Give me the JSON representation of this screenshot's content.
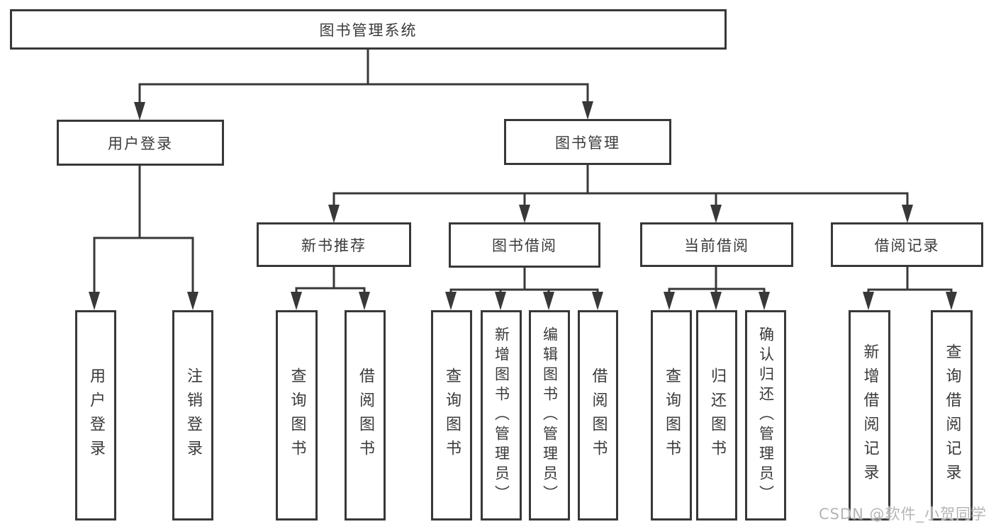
{
  "diagram": {
    "root": {
      "label": "图书管理系统"
    },
    "branches": [
      {
        "label": "用户登录",
        "children": [
          {
            "label": "用户登录"
          },
          {
            "label": "注销登录"
          }
        ]
      },
      {
        "label": "图书管理",
        "children": [
          {
            "label": "新书推荐",
            "children": [
              {
                "label": "查询图书"
              },
              {
                "label": "借阅图书"
              }
            ]
          },
          {
            "label": "图书借阅",
            "children": [
              {
                "label": "查询图书"
              },
              {
                "label": "新增图书（管理员）"
              },
              {
                "label": "编辑图书（管理员）"
              },
              {
                "label": "借阅图书"
              }
            ]
          },
          {
            "label": "当前借阅",
            "children": [
              {
                "label": "查询图书"
              },
              {
                "label": "归还图书"
              },
              {
                "label": "确认归还（管理员）"
              }
            ]
          },
          {
            "label": "借阅记录",
            "children": [
              {
                "label": "新增借阅记录"
              },
              {
                "label": "查询借阅记录"
              }
            ]
          }
        ]
      }
    ]
  },
  "watermark": {
    "text": "CSDN @软件_小贺同学"
  },
  "colors": {
    "line": "#383838",
    "box_border": "#383838",
    "text": "#3a3a3a",
    "background": "#ffffff",
    "watermark": "#b5b5b5"
  }
}
